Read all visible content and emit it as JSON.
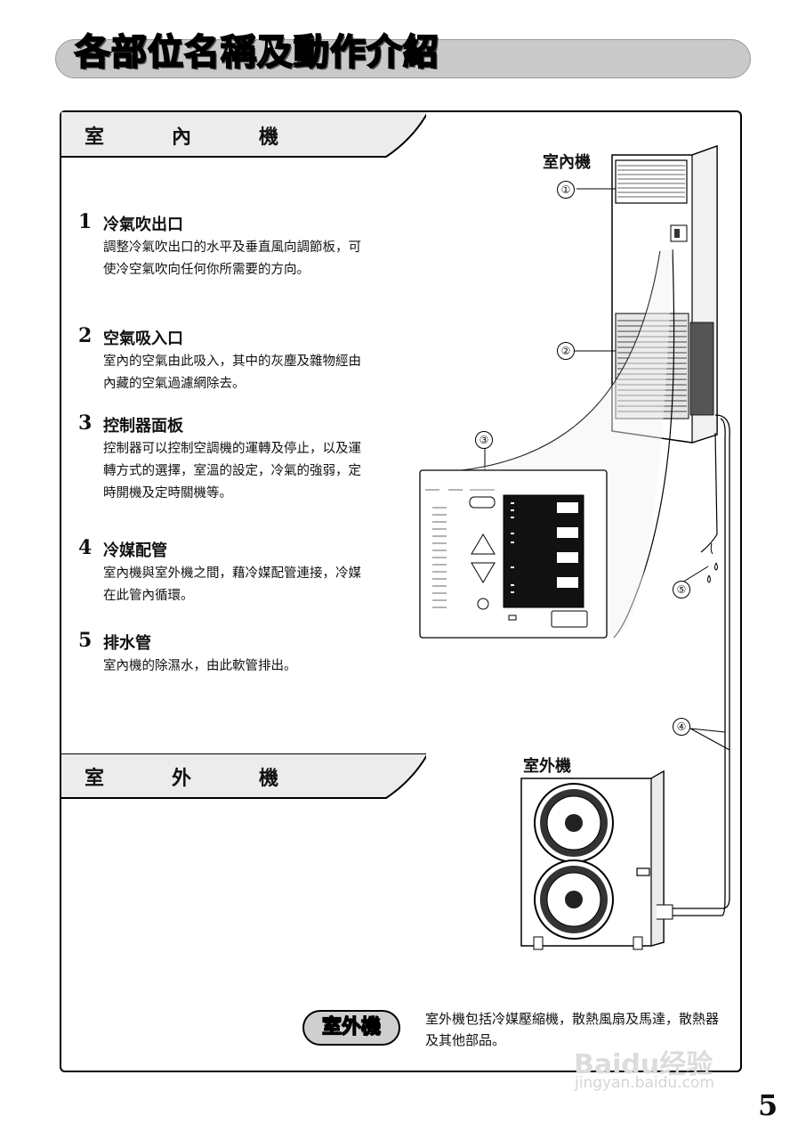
{
  "page_title": "各部位名稱及動作介紹",
  "indoor_section": {
    "label_chars": [
      "室",
      "內",
      "機"
    ]
  },
  "outdoor_section": {
    "label_chars": [
      "室",
      "外",
      "機"
    ]
  },
  "items": [
    {
      "num": "1",
      "head": "冷氣吹出口",
      "desc": "調整冷氣吹出口的水平及垂直風向調節板，可使冷空氣吹向任何你所需要的方向。"
    },
    {
      "num": "2",
      "head": "空氣吸入口",
      "desc": "室內的空氣由此吸入，其中的灰塵及雜物經由內藏的空氣過濾網除去。"
    },
    {
      "num": "3",
      "head": "控制器面板",
      "desc": "控制器可以控制空調機的運轉及停止，以及運轉方式的選擇，室溫的設定，冷氣的強弱，定時開機及定時關機等。"
    },
    {
      "num": "4",
      "head": "冷媒配管",
      "desc": "室內機與室外機之間，藉冷媒配管連接，冷媒在此管內循環。"
    },
    {
      "num": "5",
      "head": "排水管",
      "desc": "室內機的除濕水，由此軟管排出。"
    }
  ],
  "diagram": {
    "indoor_caption": "室內機",
    "outdoor_caption": "室外機",
    "callouts": [
      "①",
      "②",
      "③",
      "④",
      "⑤"
    ]
  },
  "outdoor_badge": "室外機",
  "outdoor_desc": "室外機包括冷媒壓縮機，散熱風扇及馬達，散熱器及其他部品。",
  "page_number": "5",
  "watermark": {
    "logo": "Baidu经验",
    "url": "jingyan.baidu.com"
  }
}
